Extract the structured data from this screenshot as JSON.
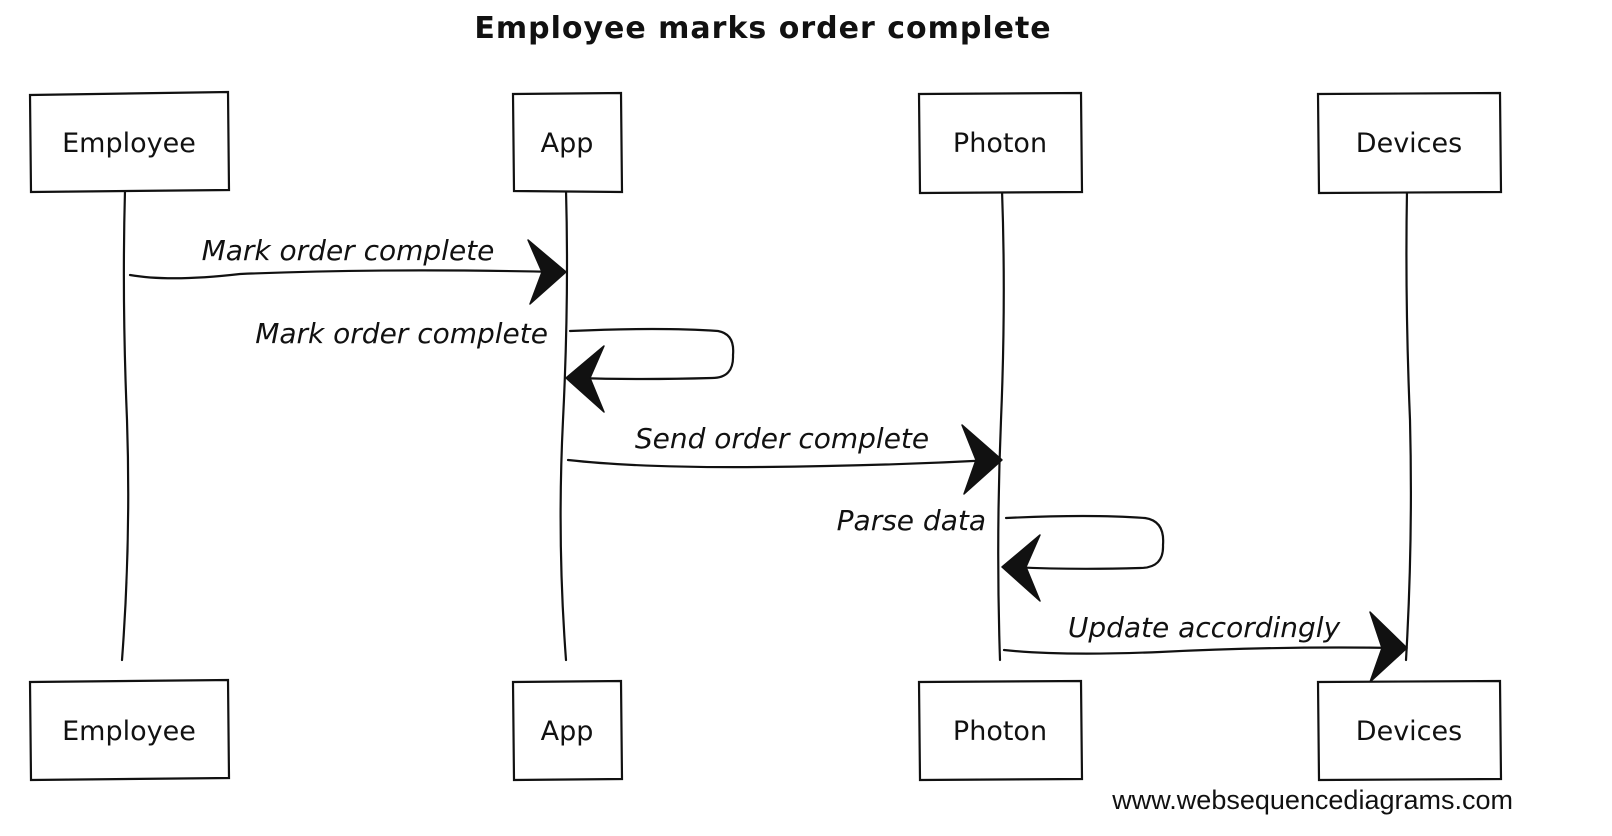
{
  "diagram": {
    "title": "Employee marks order complete",
    "participants": [
      {
        "id": "employee",
        "label": "Employee"
      },
      {
        "id": "app",
        "label": "App"
      },
      {
        "id": "photon",
        "label": "Photon"
      },
      {
        "id": "devices",
        "label": "Devices"
      }
    ],
    "messages": [
      {
        "from": "employee",
        "to": "app",
        "label": "Mark order complete"
      },
      {
        "from": "app",
        "to": "app",
        "label": "Mark order complete"
      },
      {
        "from": "app",
        "to": "photon",
        "label": "Send order complete"
      },
      {
        "from": "photon",
        "to": "photon",
        "label": "Parse data"
      },
      {
        "from": "photon",
        "to": "devices",
        "label": "Update accordingly"
      }
    ],
    "watermark": "www.websequencediagrams.com"
  }
}
